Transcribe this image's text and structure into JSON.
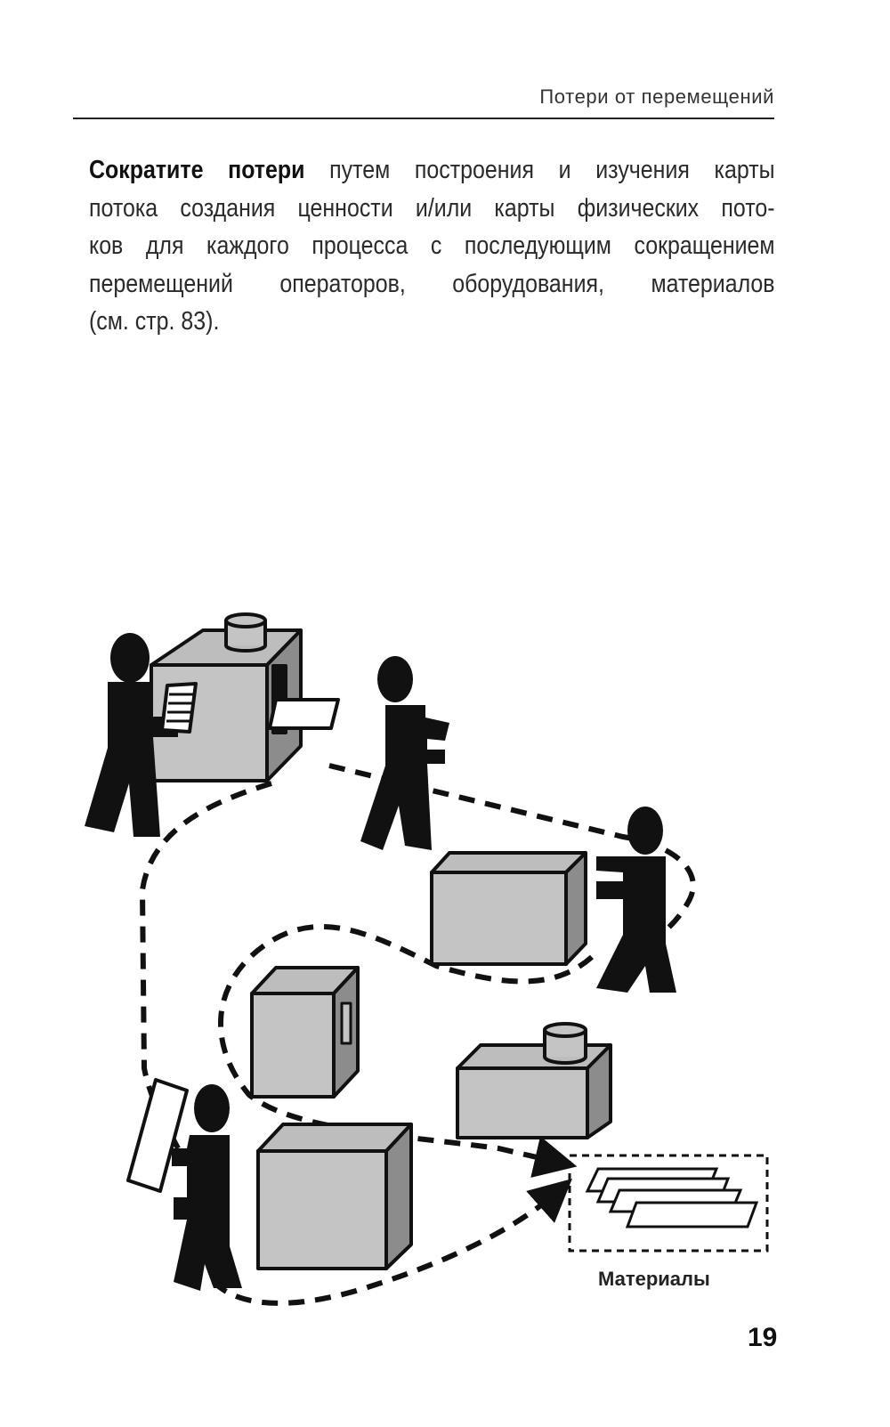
{
  "header": {
    "running_title": "Потери от перемещений"
  },
  "body": {
    "bold_lead": "Сократите потери",
    "lines": [
      " путем построения и изучения карты",
      "потока создания ценности и/или карты физических пото-",
      "ков для каждого процесса с последующим сокращением",
      "перемещений операторов, оборудования, материалов",
      "(см. стр. 83)."
    ]
  },
  "illustration": {
    "materials_label": "Материалы"
  },
  "footer": {
    "page_number": "19"
  }
}
